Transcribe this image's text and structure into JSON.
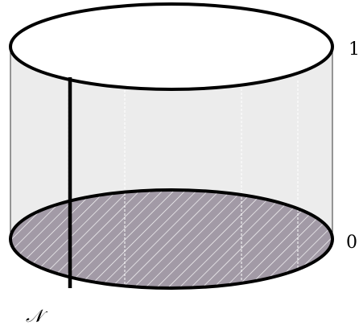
{
  "figure": {
    "top_level_label": "1",
    "bottom_level_label": "0",
    "set_label": "𝒩",
    "colors": {
      "side_wall": "#ececec",
      "top_face": "#ffffff",
      "base_fill": "#a29aa6",
      "hatch": "#ffffff",
      "outline": "#000000"
    }
  }
}
